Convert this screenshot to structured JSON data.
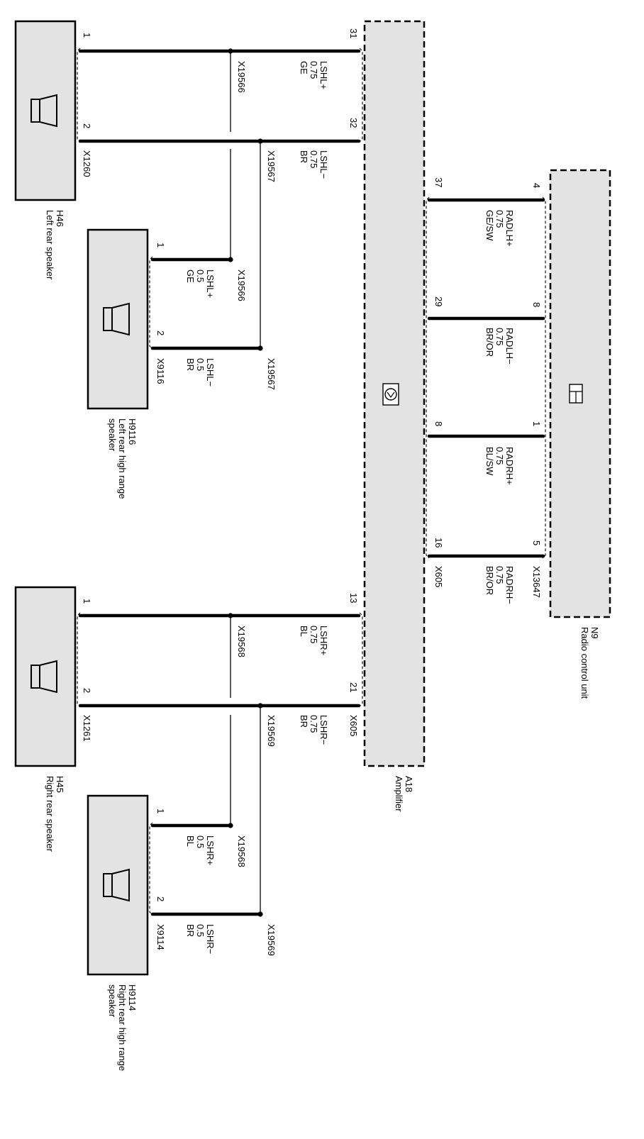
{
  "components": {
    "h46": {
      "id": "H46",
      "name": "Left rear speaker",
      "connector": "X1260"
    },
    "h9116": {
      "id": "H9116",
      "name": "Left rear high range speaker",
      "connector": "X9116"
    },
    "h45": {
      "id": "H45",
      "name": "Right rear speaker",
      "connector": "X1261"
    },
    "h9114": {
      "id": "H9114",
      "name": "Right rear high range speaker",
      "connector": "X9114"
    },
    "a18": {
      "id": "A18",
      "name": "Amplifier",
      "connector": "X605"
    },
    "n9": {
      "id": "N9",
      "name": "Radio control unit",
      "connector": "X13647"
    }
  },
  "wires": [
    {
      "signal": "LSHL+",
      "size": "0.75",
      "color": "GE",
      "from_pin": "1",
      "to_pin": "31",
      "splice": "X19566"
    },
    {
      "signal": "LSHL−",
      "size": "0.75",
      "color": "BR",
      "from_pin": "2",
      "to_pin": "32",
      "splice": "X19567"
    },
    {
      "signal": "LSHL+",
      "size": "0.5",
      "color": "GE",
      "from_pin": "1",
      "splice": "X19566"
    },
    {
      "signal": "LSHL−",
      "size": "0.5",
      "color": "BR",
      "from_pin": "2",
      "splice": "X19567"
    },
    {
      "signal": "LSHR+",
      "size": "0.75",
      "color": "BL",
      "from_pin": "1",
      "to_pin": "13",
      "splice": "X19568"
    },
    {
      "signal": "LSHR−",
      "size": "0.75",
      "color": "BR",
      "from_pin": "2",
      "to_pin": "21",
      "splice": "X19569"
    },
    {
      "signal": "LSHR+",
      "size": "0.5",
      "color": "BL",
      "from_pin": "1",
      "splice": "X19568"
    },
    {
      "signal": "LSHR−",
      "size": "0.5",
      "color": "BR",
      "from_pin": "2",
      "splice": "X19569"
    },
    {
      "signal": "RADLH+",
      "size": "0.75",
      "color": "GE/SW",
      "from_pin": "37",
      "to_pin": "4"
    },
    {
      "signal": "RADLH−",
      "size": "0.75",
      "color": "BR/OR",
      "from_pin": "29",
      "to_pin": "8"
    },
    {
      "signal": "RADRH+",
      "size": "0.75",
      "color": "BL/SW",
      "from_pin": "8",
      "to_pin": "1"
    },
    {
      "signal": "RADRH−",
      "size": "0.75",
      "color": "BR/OR",
      "from_pin": "16",
      "to_pin": "5"
    }
  ]
}
